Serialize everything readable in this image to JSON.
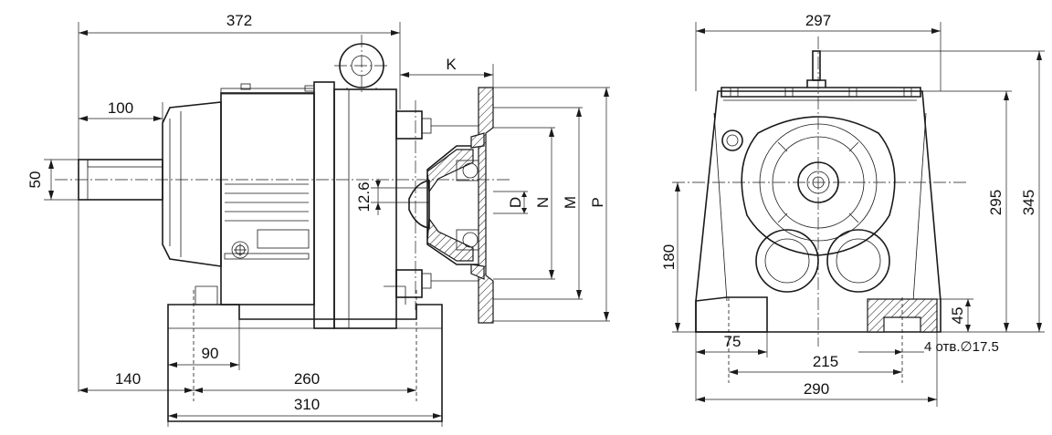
{
  "side_view": {
    "dims": {
      "overall_length": "372",
      "shaft_length": "100",
      "shaft_dia": "50",
      "k_label": "K",
      "shaft_offset": "12.6",
      "d_label": "D",
      "n_label": "N",
      "m_label": "M",
      "p_label": "P",
      "foot_90": "90",
      "foot_140": "140",
      "foot_260": "260",
      "foot_310": "310"
    }
  },
  "front_view": {
    "dims": {
      "width_top": "297",
      "height_295": "295",
      "height_345": "345",
      "axis_height": "180",
      "foot_height": "45",
      "foot_75": "75",
      "hole_spacing": "215",
      "base_width": "290",
      "holes_note": "4 отв.∅17.5"
    }
  }
}
